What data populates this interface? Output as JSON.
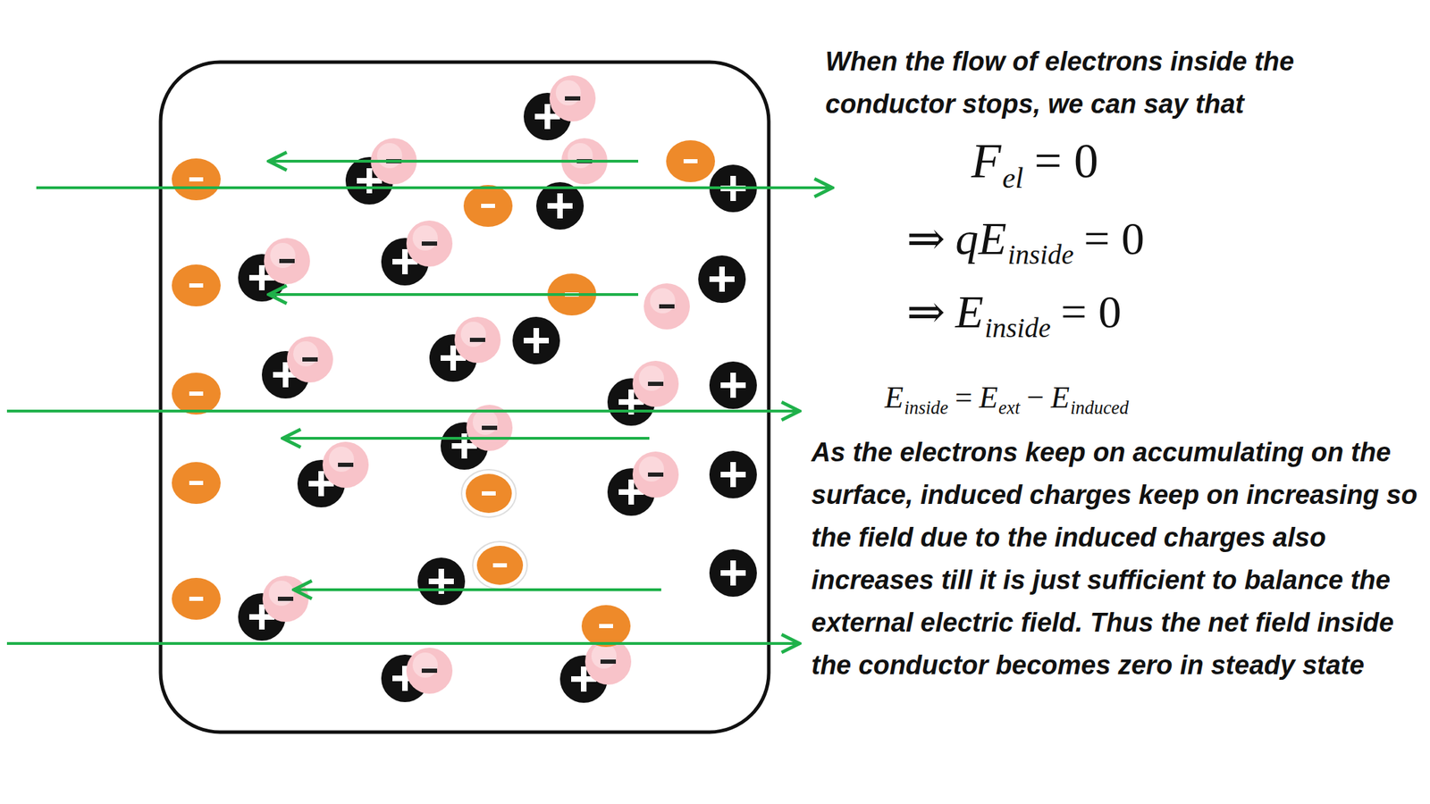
{
  "diagram": {
    "labels": [
      "When the flow of electrons inside the conductor stops, we can say that",
      "F",
      "el",
      "= 0",
      "⇒",
      "qE",
      "inside",
      "= 0",
      "⇒",
      "E",
      "inside",
      "= 0",
      "E",
      "inside",
      "=",
      "E",
      "ext",
      "−",
      "E",
      "induced",
      "As the electrons keep on accumulating on the surface, induced charges keep on increasing so the field due to the induced charges also  increases  till it is just sufficient to balance the external electric  field. Thus the net field inside the conductor becomes zero in steady state"
    ]
  }
}
